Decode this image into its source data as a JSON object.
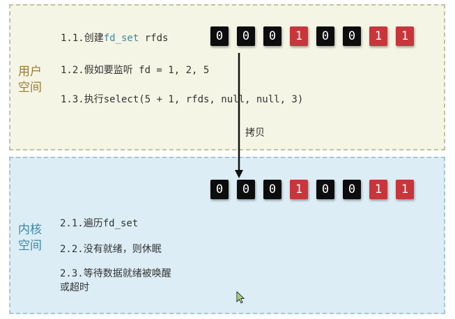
{
  "user_space": {
    "label": "用户\n空间",
    "steps": [
      {
        "id": "1.1",
        "prefix": "1.1.创建",
        "code": "fd_set",
        "suffix": " rfds"
      },
      {
        "id": "1.2",
        "text": "1.2.假如要监听 fd = 1, 2, 5"
      },
      {
        "id": "1.3",
        "text": "1.3.执行select(5 + 1, rfds, null, null, 3)"
      }
    ],
    "bits": [
      "0",
      "0",
      "0",
      "1",
      "0",
      "0",
      "1",
      "1"
    ]
  },
  "copy_label": "拷贝",
  "kernel_space": {
    "label": "内核\n空间",
    "steps": [
      {
        "id": "2.1",
        "text": "2.1.遍历fd_set"
      },
      {
        "id": "2.2",
        "text": "2.2.没有就绪，则休眠"
      },
      {
        "id": "2.3",
        "text": "2.3.等待数据就绪被唤醒\n或超时"
      }
    ],
    "bits": [
      "0",
      "0",
      "0",
      "1",
      "0",
      "0",
      "1",
      "1"
    ]
  },
  "colors": {
    "user_bg": "#f4f5e4",
    "kernel_bg": "#dcedf5",
    "bit_zero": "#0d0d0d",
    "bit_one": "#c8363b",
    "accent_blue": "#3c87a4"
  }
}
